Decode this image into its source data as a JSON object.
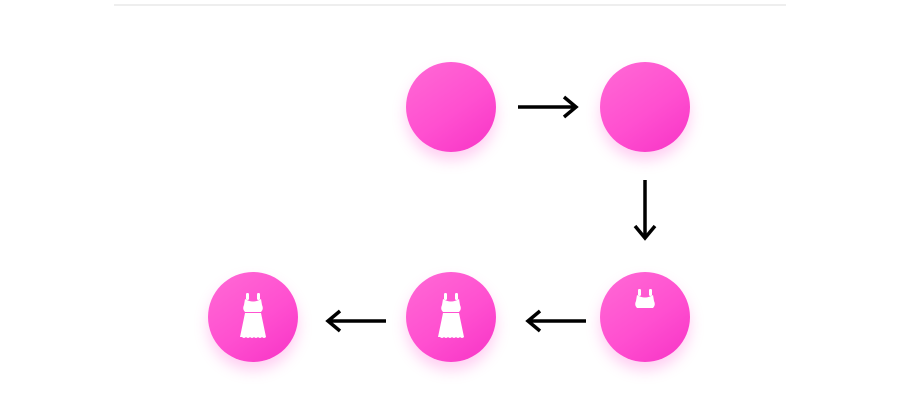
{
  "diagram": {
    "accent_color": "#ff4fd0",
    "arrow_color": "#000000",
    "steps": [
      {
        "id": 1,
        "icon": "none"
      },
      {
        "id": 2,
        "icon": "none"
      },
      {
        "id": 3,
        "icon": "dress-top-icon"
      },
      {
        "id": 4,
        "icon": "dress-icon"
      },
      {
        "id": 5,
        "icon": "dress-icon"
      }
    ],
    "flow": [
      {
        "from": 1,
        "to": 2,
        "direction": "right"
      },
      {
        "from": 2,
        "to": 3,
        "direction": "down"
      },
      {
        "from": 3,
        "to": 4,
        "direction": "left"
      },
      {
        "from": 4,
        "to": 5,
        "direction": "left"
      }
    ]
  }
}
